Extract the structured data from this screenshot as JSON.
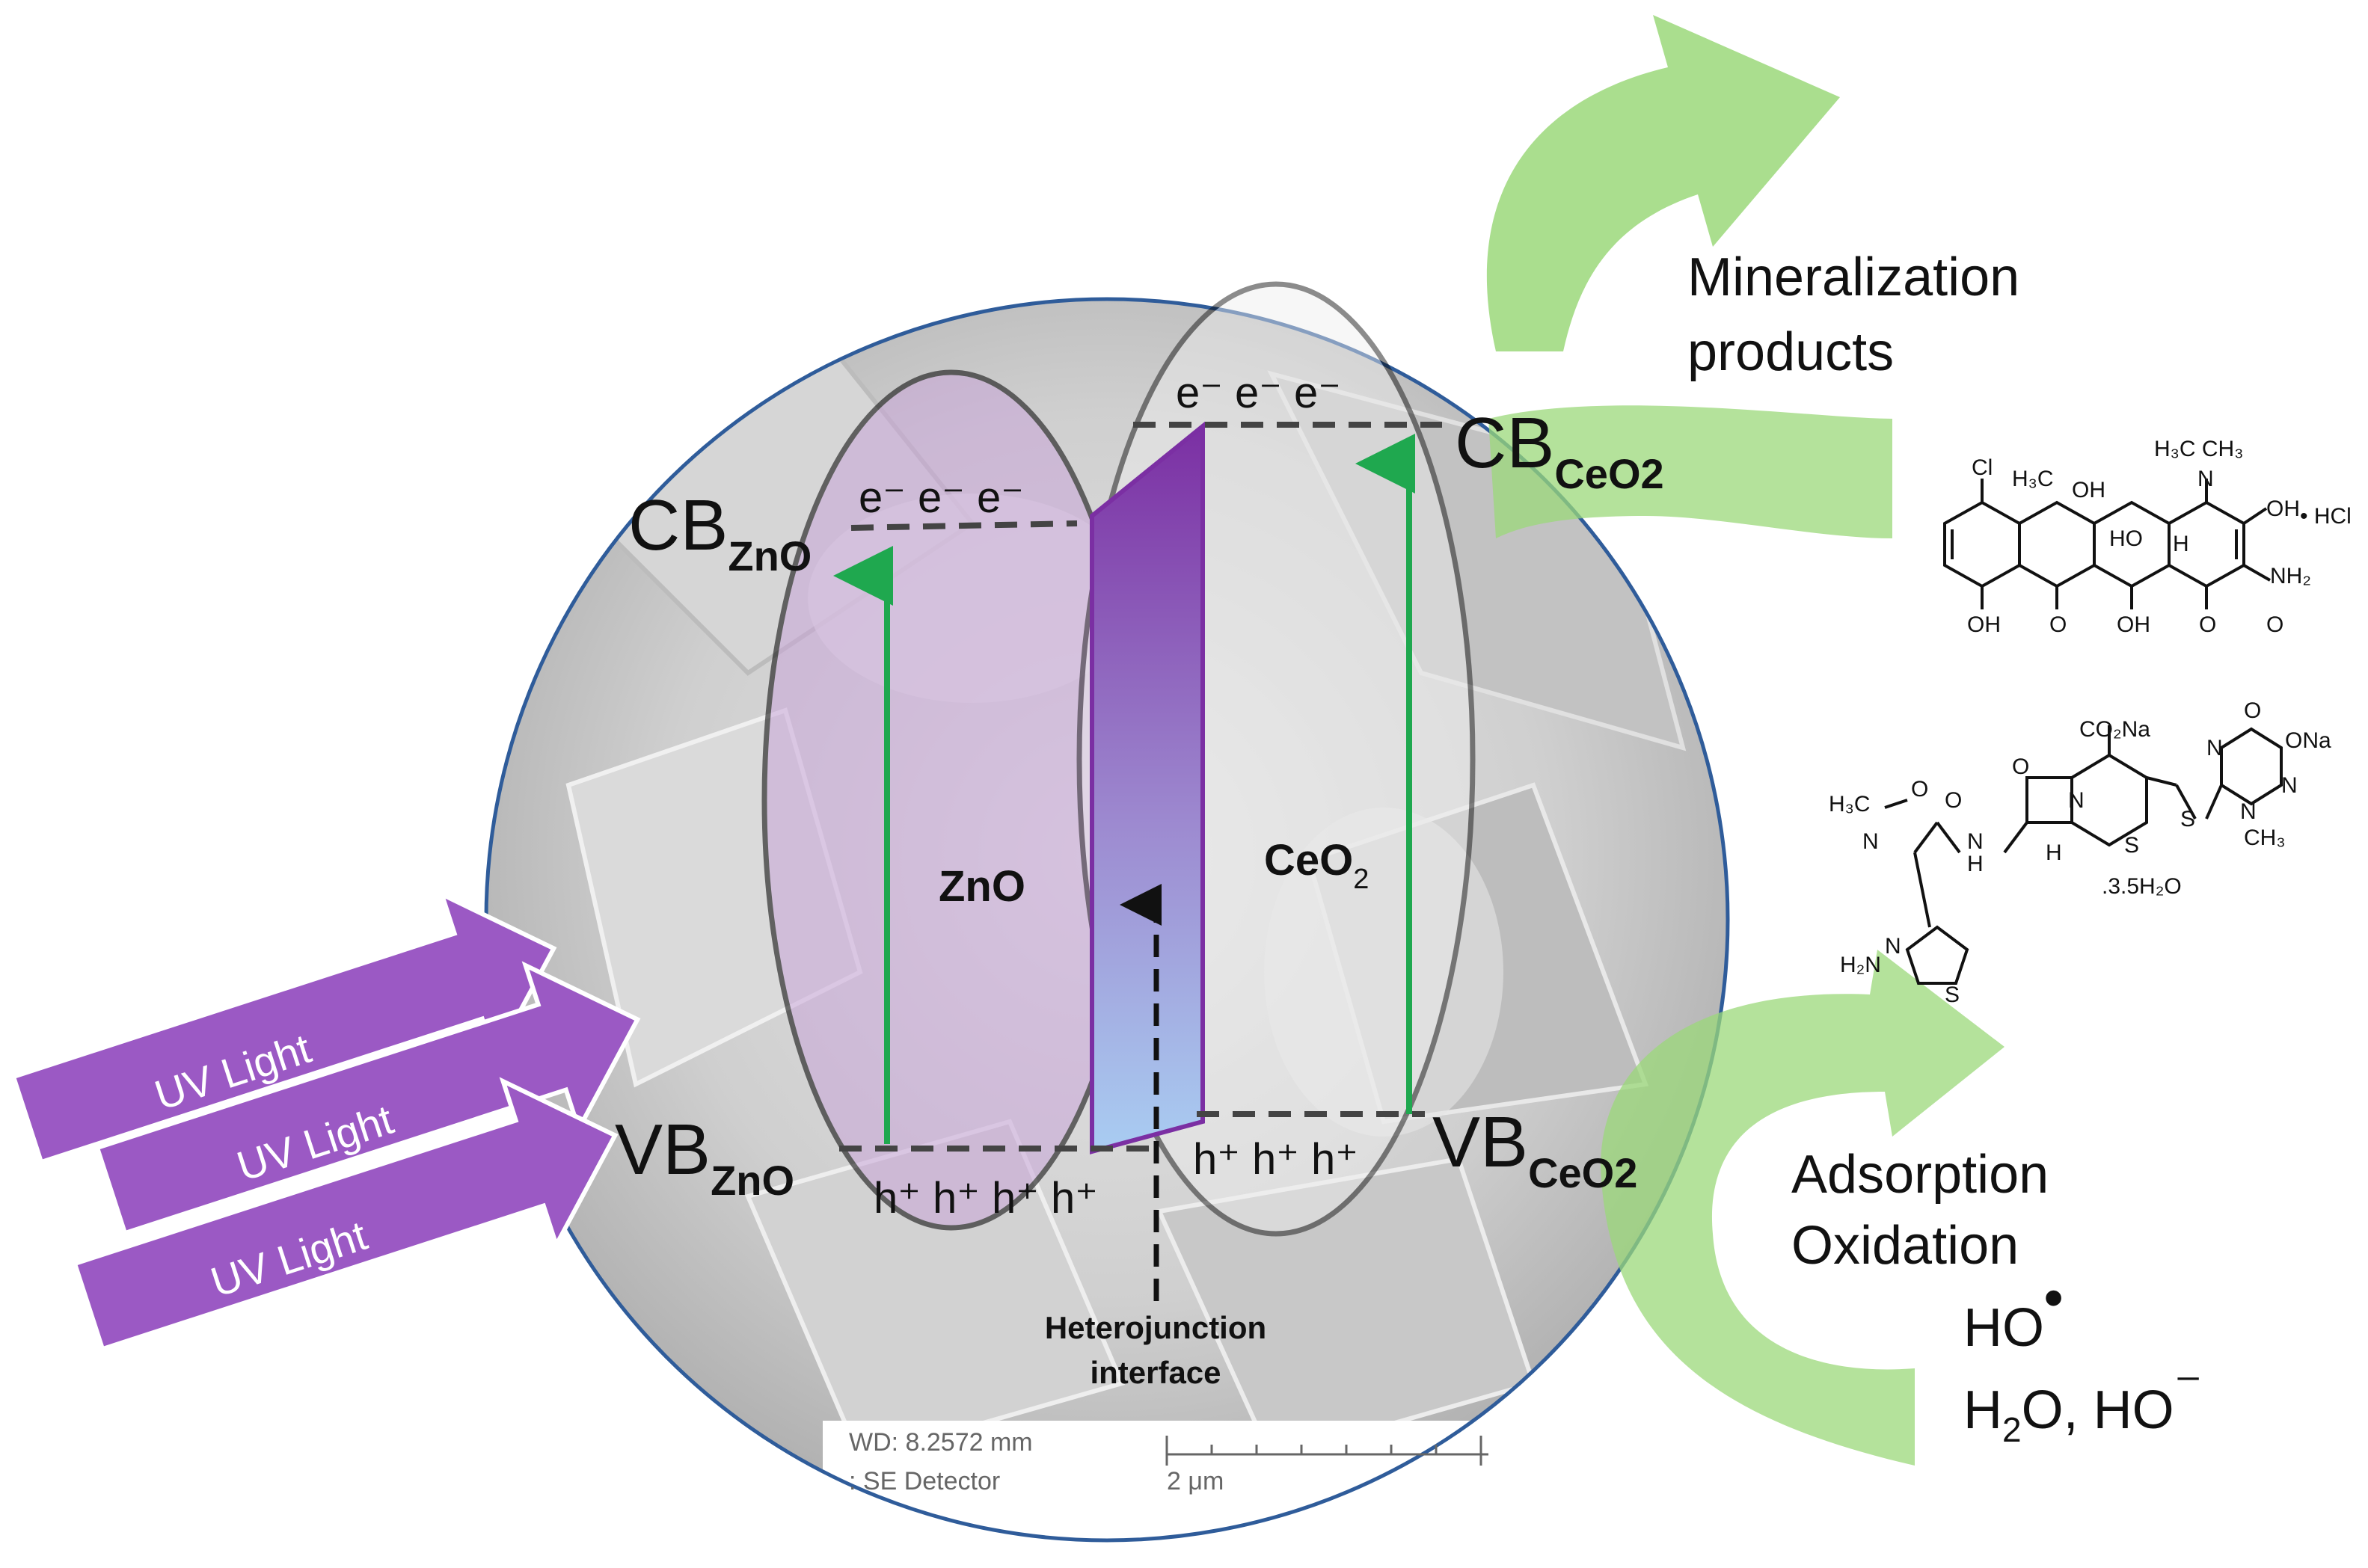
{
  "colors": {
    "uv_arrow": "#9b59c4",
    "green_arrow": "#9bd87a",
    "transition_arrow": "#1fa84f",
    "zno_fill": "#c9a6d9",
    "heterojunction_top": "#7b2fa3",
    "heterojunction_bottom": "#a9cdf2",
    "circle_border": "#2f5c9a"
  },
  "uv_light": {
    "labels": [
      "UV Light",
      "UV Light",
      "UV Light"
    ]
  },
  "bands": {
    "cb_zno": {
      "main": "CB",
      "sub": "ZnO"
    },
    "vb_zno": {
      "main": "VB",
      "sub": "ZnO"
    },
    "cb_ceo2": {
      "main": "CB",
      "sub": "CeO2"
    },
    "vb_ceo2": {
      "main": "VB",
      "sub": "CeO2"
    }
  },
  "carriers": {
    "electrons_zno": "e⁻ e⁻ e⁻",
    "electrons_ceo2": "e⁻ e⁻ e⁻",
    "holes_zno": "h⁺ h⁺ h⁺  h⁺",
    "holes_ceo2": "h⁺ h⁺ h⁺"
  },
  "materials": {
    "zno": "ZnO",
    "ceo2_main": "CeO",
    "ceo2_sub": "2"
  },
  "heterojunction": {
    "line1": "Heterojunction",
    "line2": "interface"
  },
  "sem": {
    "wd": "WD: 8.2572 mm",
    "detector": ": SE Detector",
    "scale": "2 μm"
  },
  "right_panel": {
    "mineralization": [
      "Mineralization",
      "products"
    ],
    "adsorption": "Adsorption",
    "oxidation": "Oxidation",
    "ho_radical": "HO",
    "h2o_main": "H",
    "h2o_sub": "2",
    "h2o_rest": "O, HO",
    "h2o_charge": "⁻"
  },
  "molecule_labels": {
    "tetracycline": {
      "cl": "Cl",
      "h3c": "H₃C",
      "oh_top": "OH",
      "n_me2": "H₃C  CH₃",
      "n": "N",
      "oh_right": "OH",
      "hcl": "• HCl",
      "ho": "HO",
      "h": "H",
      "nh2": "NH₂",
      "o1": "O",
      "o2": "O",
      "oh_b1": "OH",
      "oh_b2": "OH",
      "o3": "O"
    },
    "ceftriaxone": {
      "co2na": "CO₂Na",
      "o_top": "O",
      "ona": "ONa",
      "h3c": "H₃C",
      "o_me": "O",
      "n_left": "N",
      "o_amide": "O",
      "n_lactam": "N",
      "o_lactam": "O",
      "s": "S",
      "nh": "N",
      "h": "H",
      "n_tr1": "N",
      "n_tr2": "N",
      "n_tr3": "N",
      "ch3": "CH₃",
      "s_ring": "S",
      "water": ".3.5H₂O",
      "n_thz": "N",
      "s_thz": "S",
      "h2n": "H₂N",
      "h_ring": "H"
    }
  }
}
